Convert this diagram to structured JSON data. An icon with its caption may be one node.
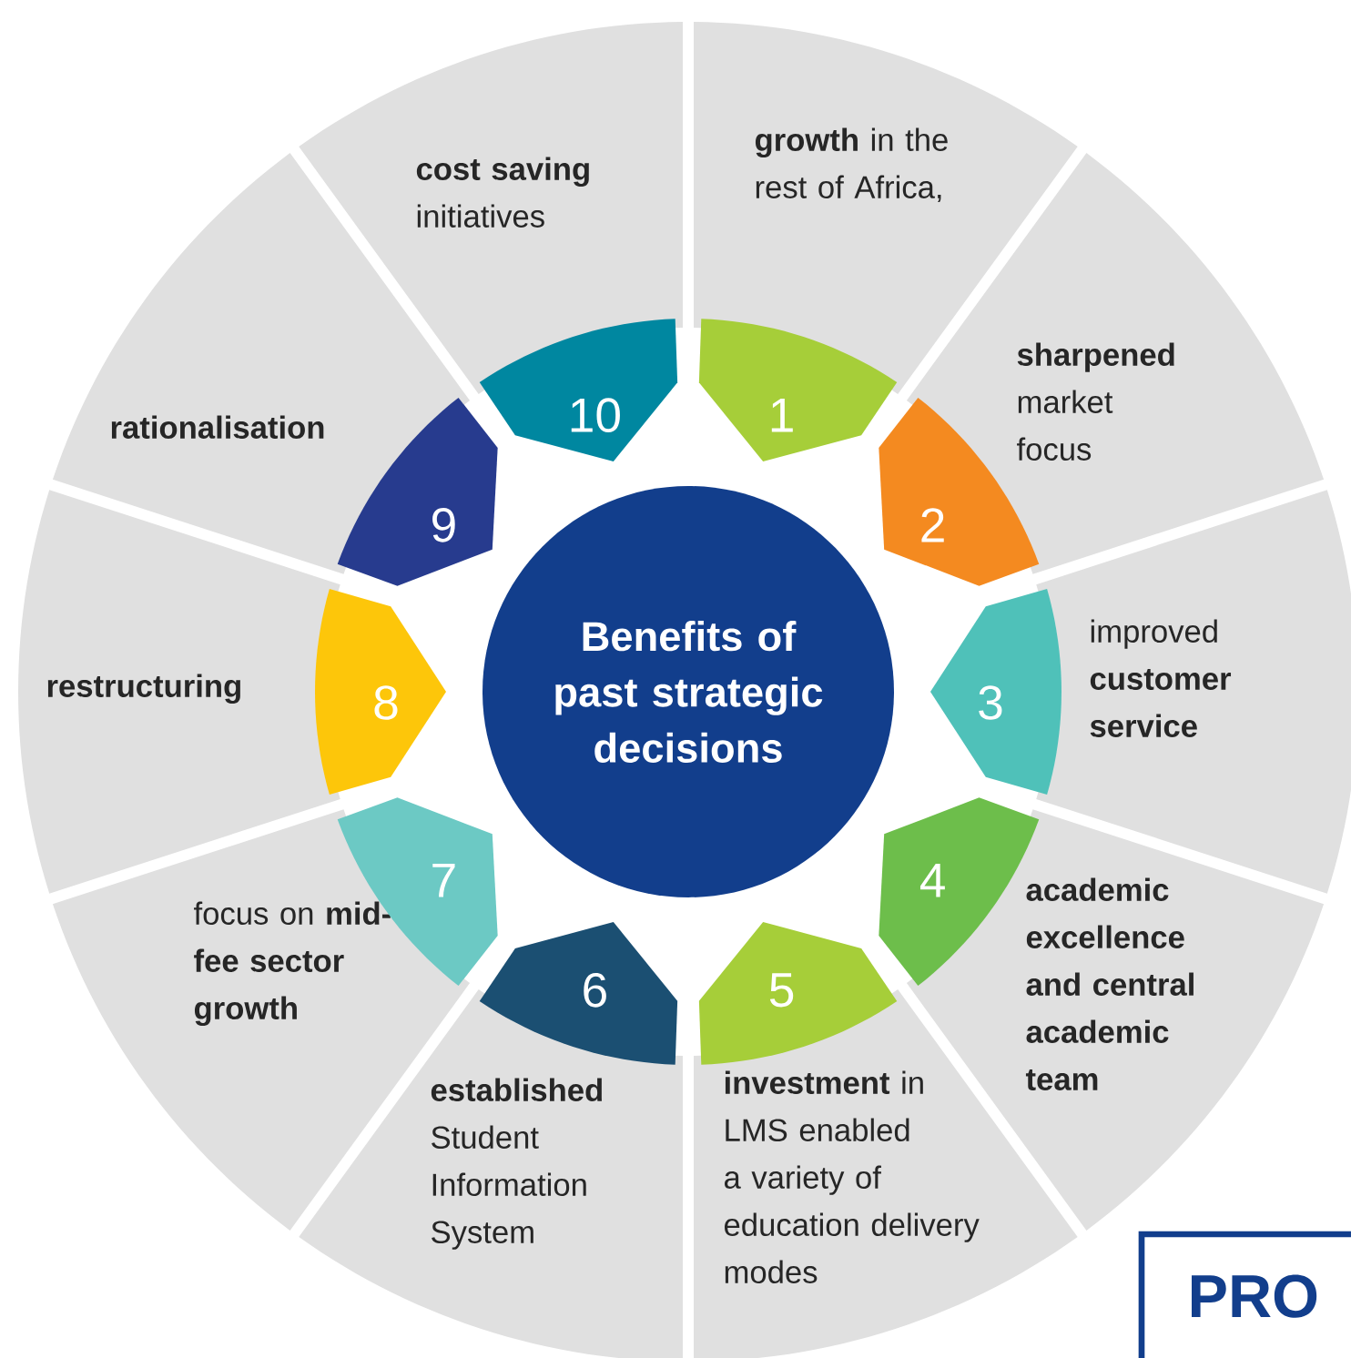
{
  "diagram": {
    "nodes": [
      {
        "text": [
          "Benefits of past strategic decisions"
        ]
      },
      {
        "text": [
          "1"
        ]
      },
      {
        "text": [
          "**growth** in the rest of Africa,"
        ]
      },
      {
        "text": [
          "2"
        ]
      },
      {
        "text": [
          "**sharpened** market focus"
        ]
      },
      {
        "text": [
          "3"
        ]
      },
      {
        "text": [
          "improved **customer service**"
        ]
      },
      {
        "text": [
          "4"
        ]
      },
      {
        "text": [
          "academic excellence and central academic team"
        ]
      },
      {
        "text": [
          "5"
        ]
      },
      {
        "text": [
          "**investment** in LMS enabled a variety of education delivery modes"
        ]
      },
      {
        "text": [
          "6"
        ]
      },
      {
        "text": [
          "**established** Student Information System"
        ]
      },
      {
        "text": [
          "7"
        ]
      },
      {
        "text": [
          "focus on **mid-fee sector growth**"
        ]
      },
      {
        "text": [
          "8"
        ]
      },
      {
        "text": [
          "restructuring"
        ]
      },
      {
        "text": [
          "9"
        ]
      },
      {
        "text": [
          "rationalisation"
        ]
      },
      {
        "text": [
          "10"
        ]
      },
      {
        "text": [
          "**cost saving** initiatives"
        ]
      }
    ],
    "labels": [
      "PRO"
    ]
  }
}
